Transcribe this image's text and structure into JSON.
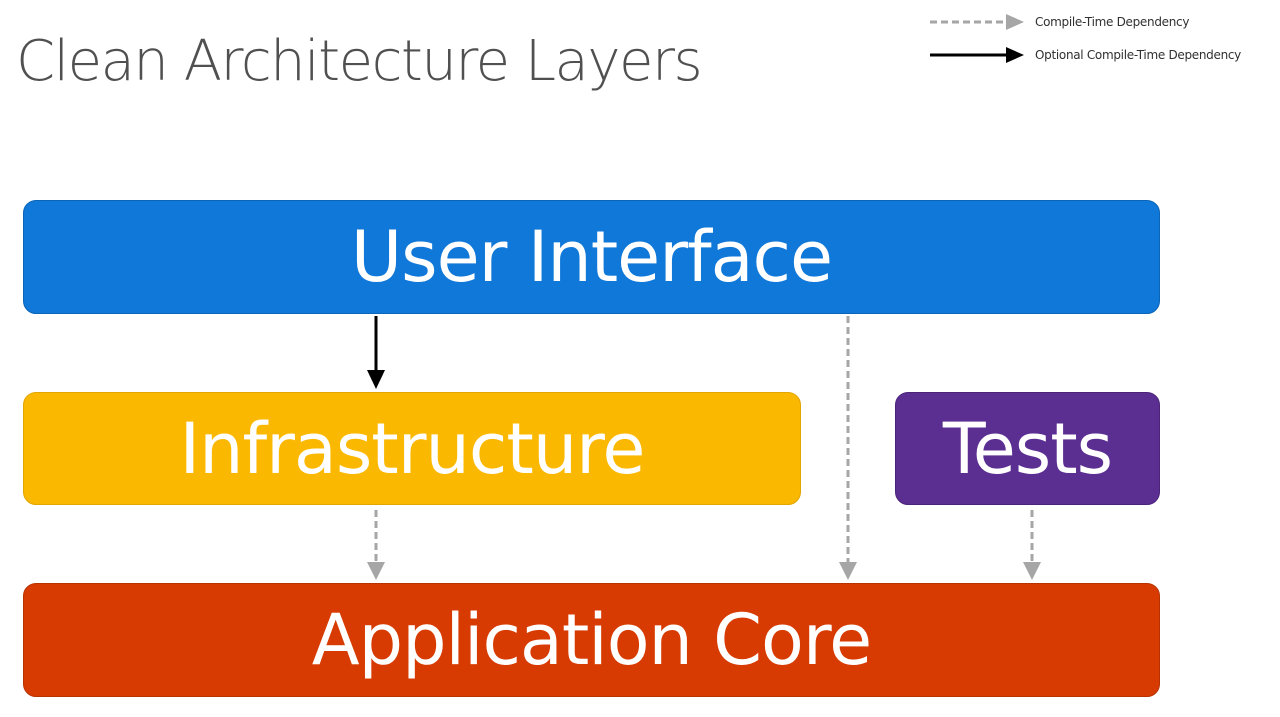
{
  "title": "Clean Architecture Layers",
  "legend": {
    "compile_time": "Compile-Time Dependency",
    "optional_compile_time": "Optional Compile-Time Dependency"
  },
  "layers": {
    "user_interface": "User Interface",
    "infrastructure": "Infrastructure",
    "tests": "Tests",
    "application_core": "Application Core"
  },
  "colors": {
    "user_interface": "#0f78d8",
    "infrastructure": "#fbb800",
    "tests": "#5b2e91",
    "application_core": "#d83b01",
    "dashed_arrow": "#a6a6a6",
    "solid_arrow": "#000000",
    "title_text": "#505050"
  },
  "dependencies": [
    {
      "from": "User Interface",
      "to": "Infrastructure",
      "kind": "optional"
    },
    {
      "from": "Infrastructure",
      "to": "Application Core",
      "kind": "compile-time"
    },
    {
      "from": "User Interface",
      "to": "Application Core",
      "kind": "compile-time"
    },
    {
      "from": "Tests",
      "to": "Application Core",
      "kind": "compile-time"
    }
  ]
}
